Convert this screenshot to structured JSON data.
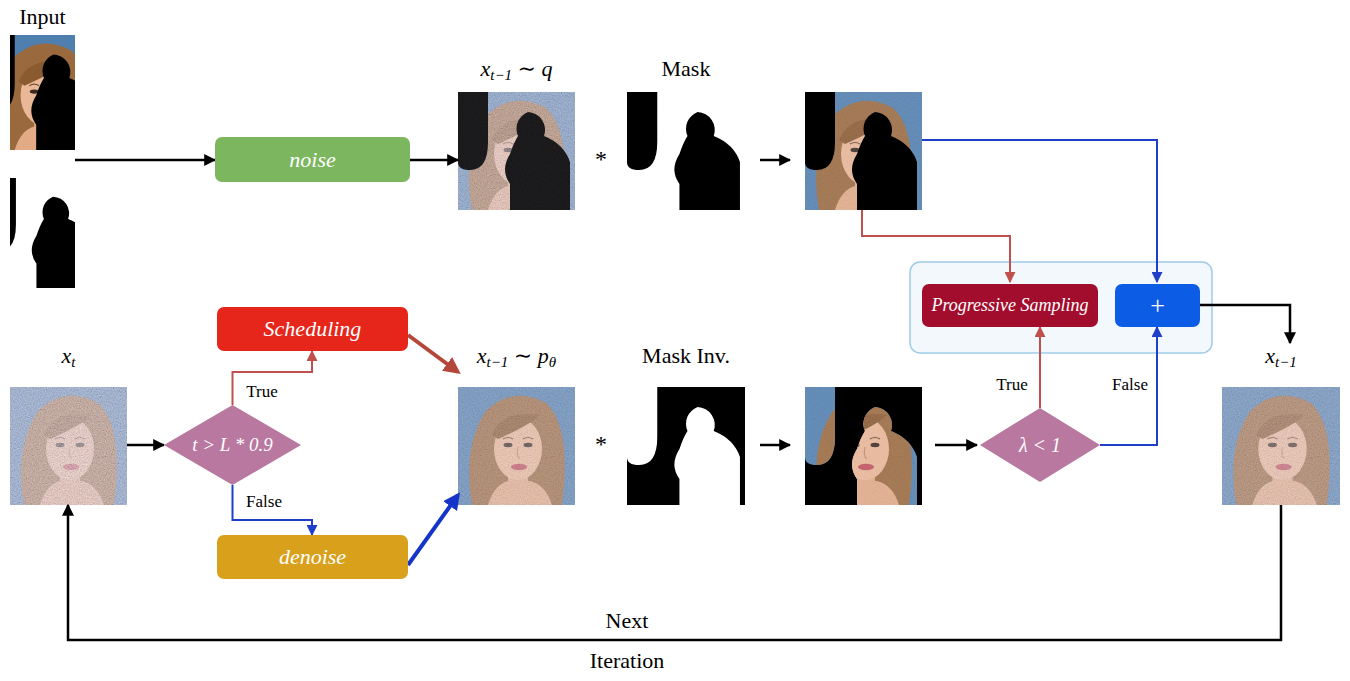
{
  "diagram": {
    "nodes": [
      {
        "text": [
          "Input"
        ]
      },
      {
        "text": [
          "noise"
        ]
      },
      {
        "text": [
          "xt−1 ∼ q"
        ]
      },
      {
        "text": [
          "Mask"
        ]
      },
      {
        "text": [
          "xt"
        ]
      },
      {
        "text": [
          "t > L * 0.9"
        ]
      },
      {
        "text": [
          "Scheduling"
        ]
      },
      {
        "text": [
          "denoise"
        ]
      },
      {
        "text": [
          "xt−1 ∼ pθ"
        ]
      },
      {
        "text": [
          "Mask Inv."
        ]
      },
      {
        "text": [
          "λ < 1"
        ]
      },
      {
        "text": [
          "Progressive Sampling"
        ]
      },
      {
        "text": [
          "+"
        ]
      },
      {
        "text": [
          "xt−1"
        ]
      }
    ],
    "edges": [
      {
        "from": 0,
        "to": 1,
        "arrow": "to"
      },
      {
        "from": 1,
        "to": 2,
        "arrow": "to"
      },
      {
        "from": 4,
        "to": 5,
        "arrow": "to"
      },
      {
        "from": 5,
        "to": 6,
        "label": "True",
        "arrow": "to"
      },
      {
        "from": 5,
        "to": 7,
        "label": "False",
        "arrow": "to"
      },
      {
        "from": 6,
        "to": 8,
        "arrow": "to"
      },
      {
        "from": 7,
        "to": 8,
        "arrow": "to"
      },
      {
        "from": 10,
        "to": 11,
        "label": "True",
        "arrow": "to"
      },
      {
        "from": 10,
        "to": 12,
        "label": "False",
        "arrow": "to"
      },
      {
        "from": 12,
        "to": 13,
        "arrow": "to"
      },
      {
        "from": 13,
        "to": 4,
        "arrow": "to"
      }
    ],
    "labels": [
      "*",
      "*",
      "Next",
      "Iteration"
    ]
  }
}
